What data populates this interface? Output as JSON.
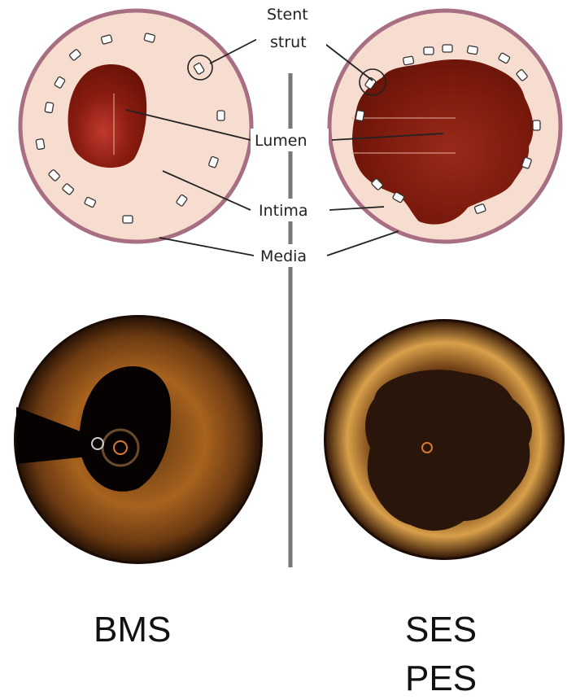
{
  "labels": {
    "stent": "Stent",
    "strut": "strut",
    "lumen": "Lumen",
    "intima": "Intima",
    "media": "Media"
  },
  "captions": {
    "left": "BMS",
    "right_line1": "SES",
    "right_line2": "PES"
  },
  "colors": {
    "intima": "#f7ddd0",
    "media_ring": "#a86f82",
    "lumen_dark": "#6e1309",
    "lumen_light": "#b8352b",
    "oct_ring": "#c8802a",
    "oct_dark": "#1e0f06"
  }
}
